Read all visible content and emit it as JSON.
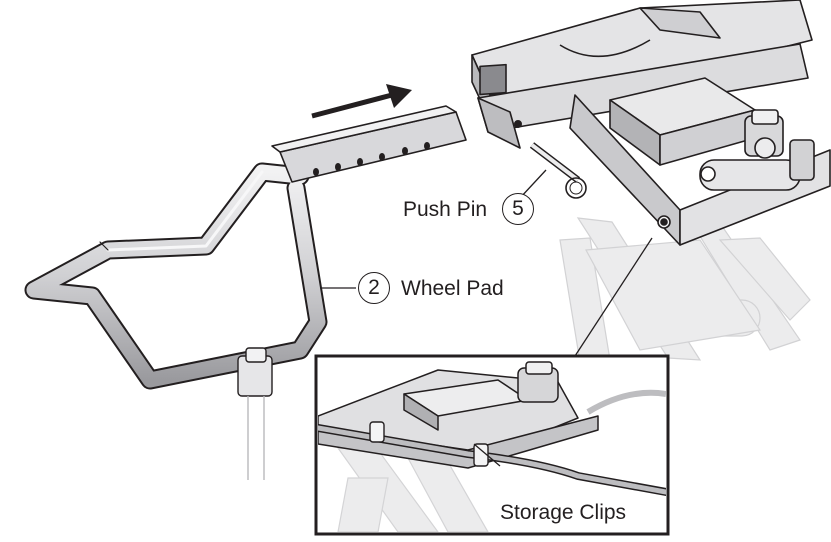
{
  "callouts": [
    {
      "id": "push-pin",
      "number": "5",
      "label": "Push Pin"
    },
    {
      "id": "wheel-pad",
      "number": "2",
      "label": "Wheel Pad"
    }
  ],
  "inset": {
    "label": "Storage Clips"
  },
  "colors": {
    "line": "#231f20",
    "metal_light": "#e6e6e8",
    "metal_mid": "#c9c9cc",
    "metal_dark": "#8e8e92",
    "ghost": "#e9e9ea"
  }
}
